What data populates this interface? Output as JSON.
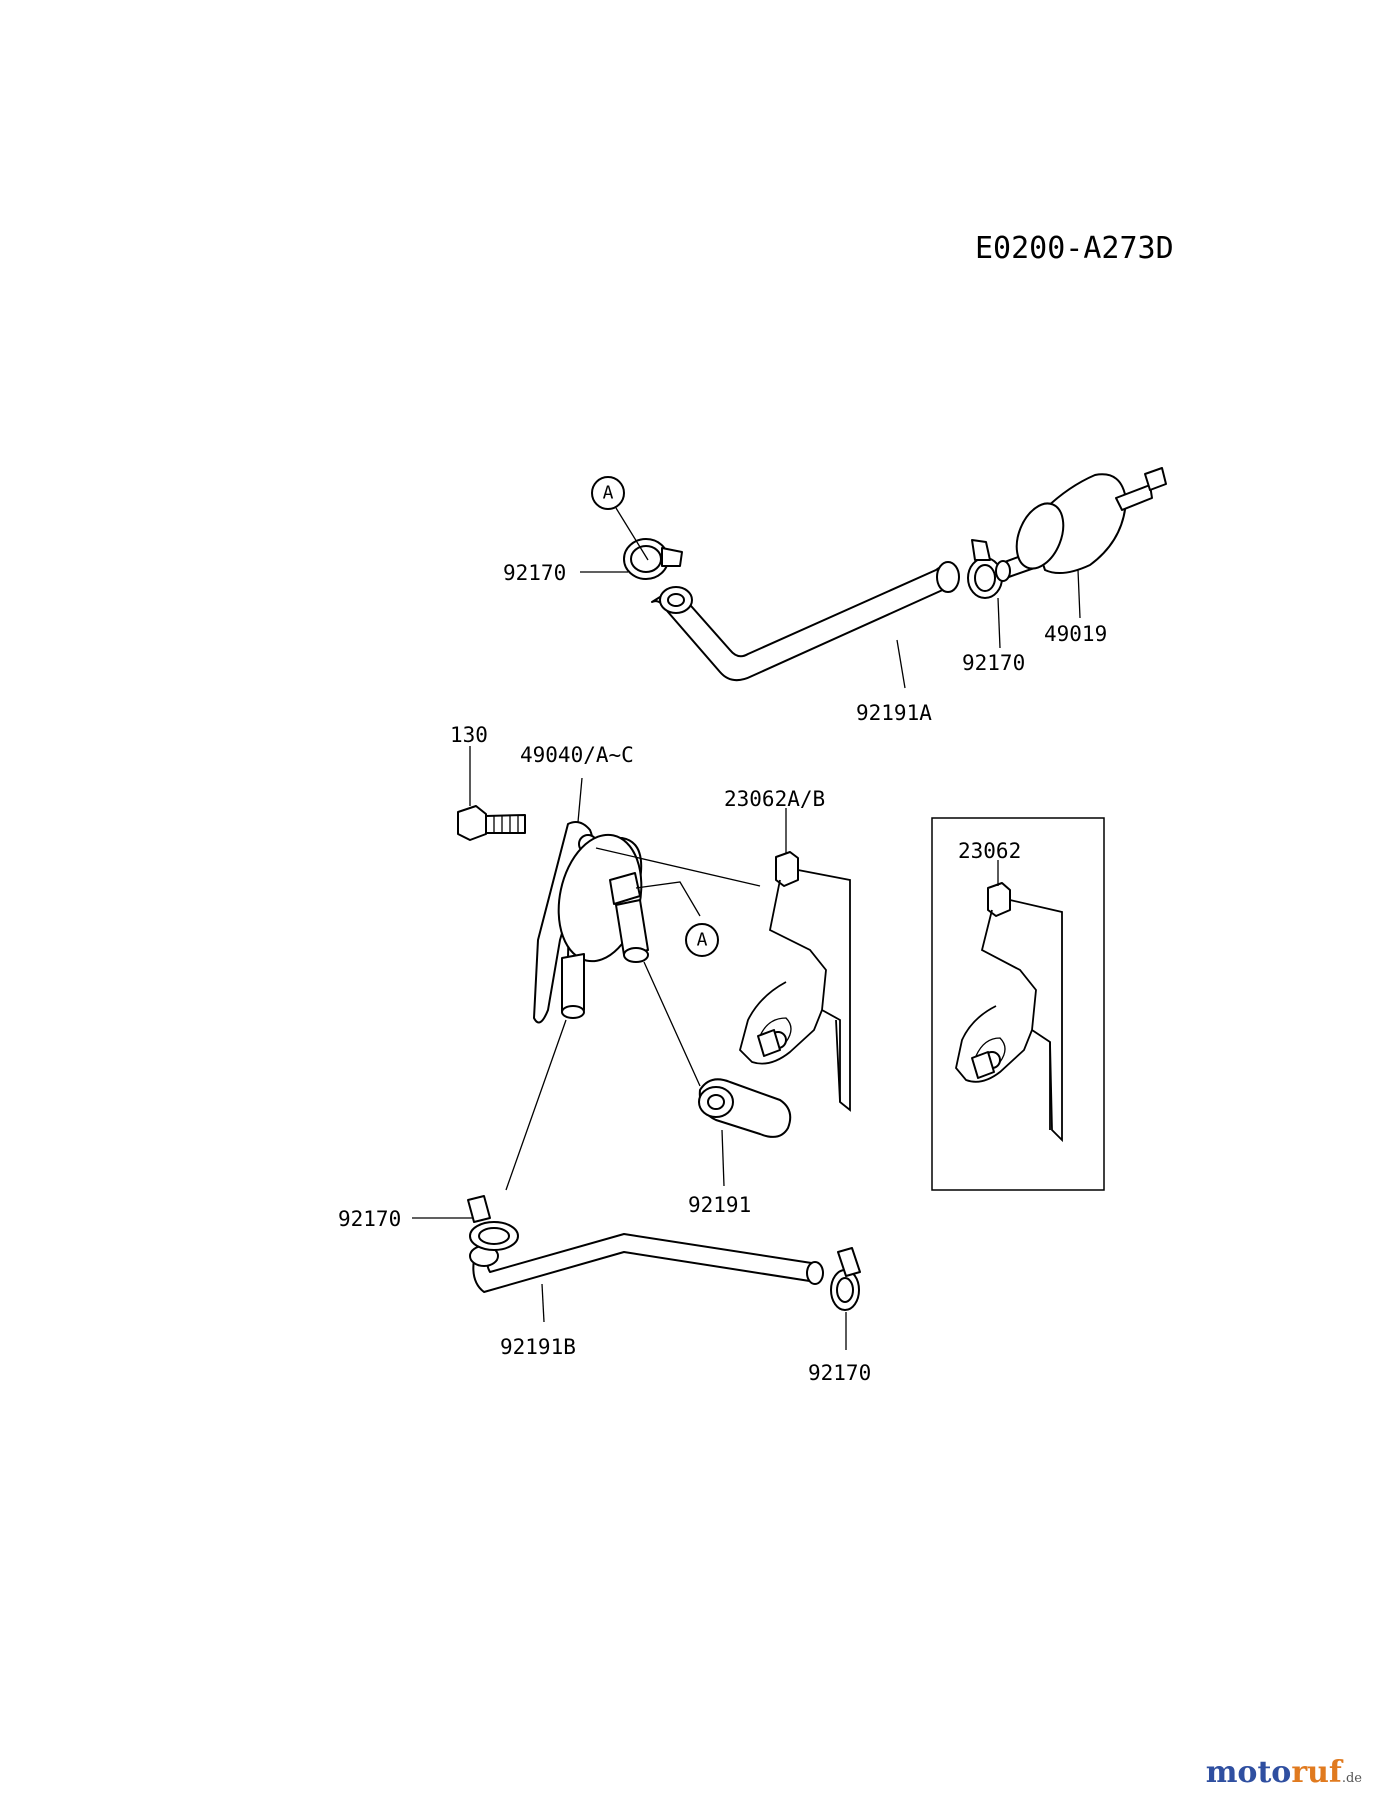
{
  "diagram_code": "E0200-A273D",
  "labels": {
    "clamp_top_left": "92170",
    "clamp_top_right": "92170",
    "filter": "49019",
    "hose_top": "92191A",
    "bolt": "130",
    "pump": "49040/A~C",
    "bracket": "23062A/B",
    "bracket_inset": "23062",
    "hose_short": "92191",
    "clamp_bottom_left": "92170",
    "clamp_bottom_right": "92170",
    "hose_bottom": "92191B"
  },
  "ref_marks": {
    "top": "A",
    "pump_outlet": "A"
  },
  "watermark": {
    "part1": "moto",
    "part2": "ruf",
    "tld": ".de"
  }
}
